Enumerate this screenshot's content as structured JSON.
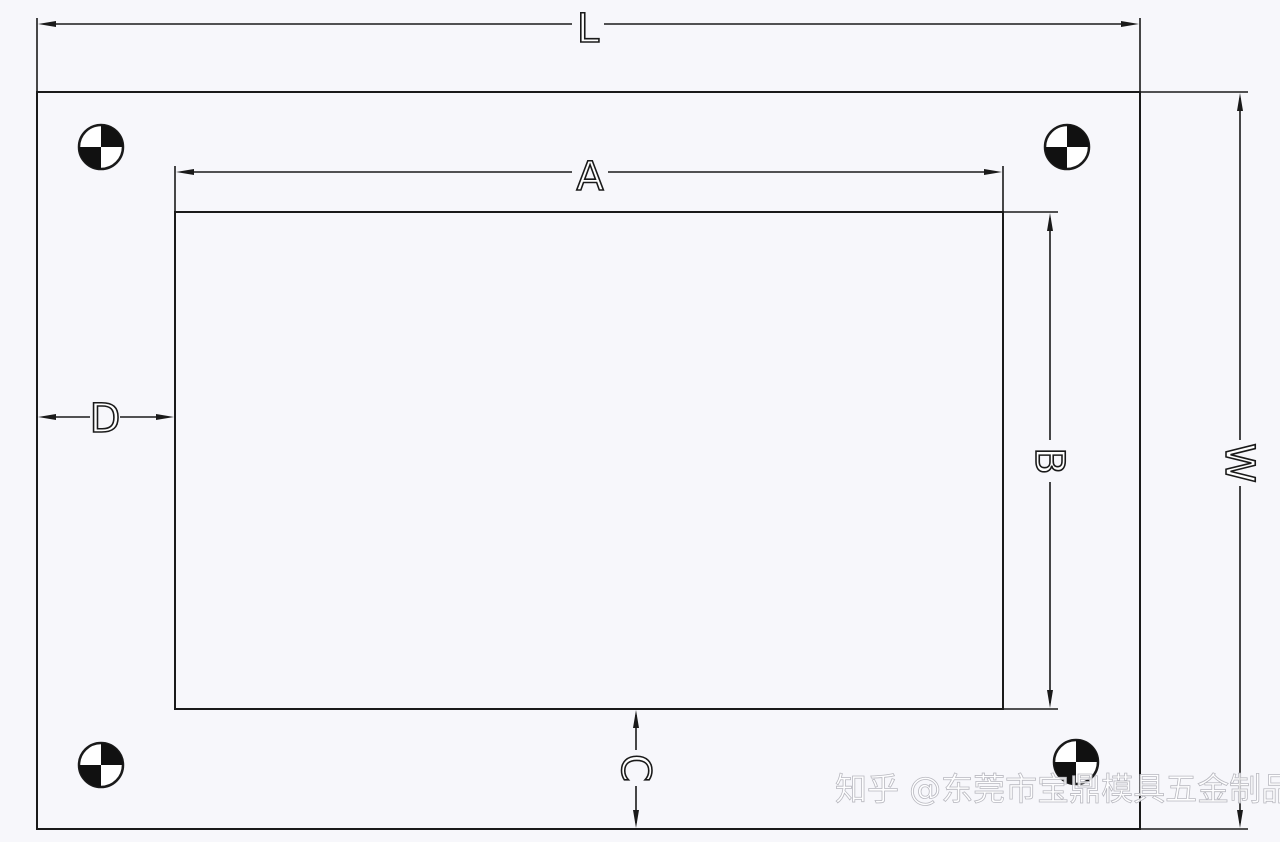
{
  "dimensions": {
    "L": "L",
    "A": "A",
    "B": "B",
    "W": "W",
    "D": "D",
    "C": "C"
  },
  "watermark": "知乎 @东莞市宝鼎模具五金制品",
  "marker_icon": "fiducial-mark-icon"
}
